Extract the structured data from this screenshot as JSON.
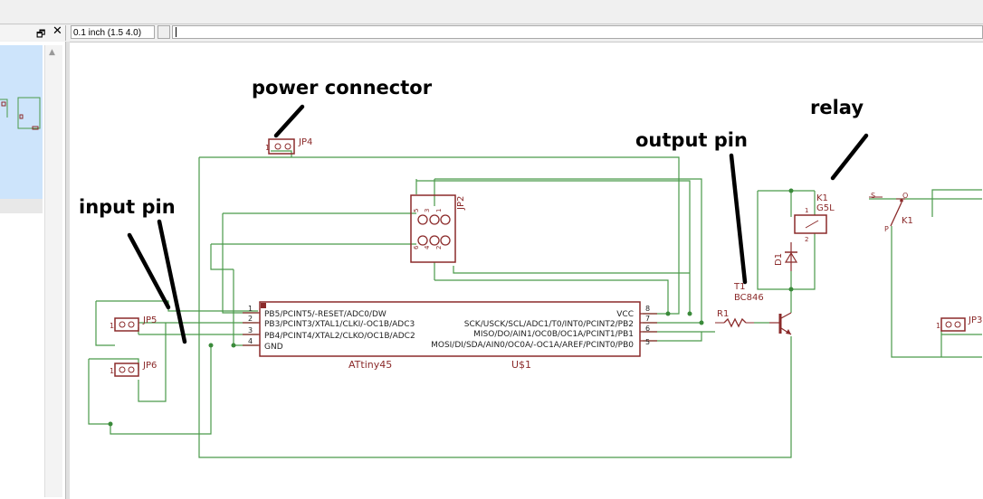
{
  "toolbar": {
    "grid_value": "0.1 inch (1.5 4.0)",
    "command_value": "",
    "panel_restore": "🗗",
    "panel_close": "✕"
  },
  "annotations": {
    "power": "power connector",
    "input": "input pin",
    "output": "output pin",
    "relay": "relay"
  },
  "parts": {
    "jp4": "JP4",
    "jp2": "JP2",
    "jp5": "JP5",
    "jp6": "JP6",
    "jp3": "JP3",
    "k1_name": "K1",
    "k1_value": "G5L",
    "k1_switch": "K1",
    "d1": "D1",
    "t1_name": "T1",
    "t1_value": "BC846",
    "r1": "R1",
    "u1_name": "U$1",
    "u1_value": "ATtiny45"
  },
  "ic_pins_left": [
    {
      "num": "1",
      "name": "PB5/PCINT5/-RESET/ADC0/DW"
    },
    {
      "num": "2",
      "name": "PB3/PCINT3/XTAL1/CLKI/-OC1B/ADC3"
    },
    {
      "num": "3",
      "name": "PB4/PCINT4/XTAL2/CLKO/OC1B/ADC2"
    },
    {
      "num": "4",
      "name": "GND"
    }
  ],
  "ic_pins_right": [
    {
      "num": "8",
      "name": "VCC"
    },
    {
      "num": "7",
      "name": "SCK/USCK/SCL/ADC1/T0/INT0/PCINT2/PB2"
    },
    {
      "num": "6",
      "name": "MISO/DO/AIN1/OC0B/OC1A/PCINT1/PB1"
    },
    {
      "num": "5",
      "name": "MOSI/DI/SDA/AIN0/OC0A/-OC1A/AREF/PCINT0/PB0"
    }
  ],
  "small_labels": {
    "one": "1",
    "two": "2",
    "jp2_pins_top": [
      "5",
      "3",
      "1"
    ],
    "jp2_pins_bottom": [
      "6",
      "4",
      "2"
    ],
    "k1_pin1": "1",
    "k1_pin2": "2",
    "switch_s": "S",
    "switch_o": "O",
    "switch_p": "P"
  },
  "colors": {
    "wire": "#4a9a4a",
    "part": "#8b2a2a",
    "junction": "#3a8a3a",
    "annotation": "#000000"
  }
}
